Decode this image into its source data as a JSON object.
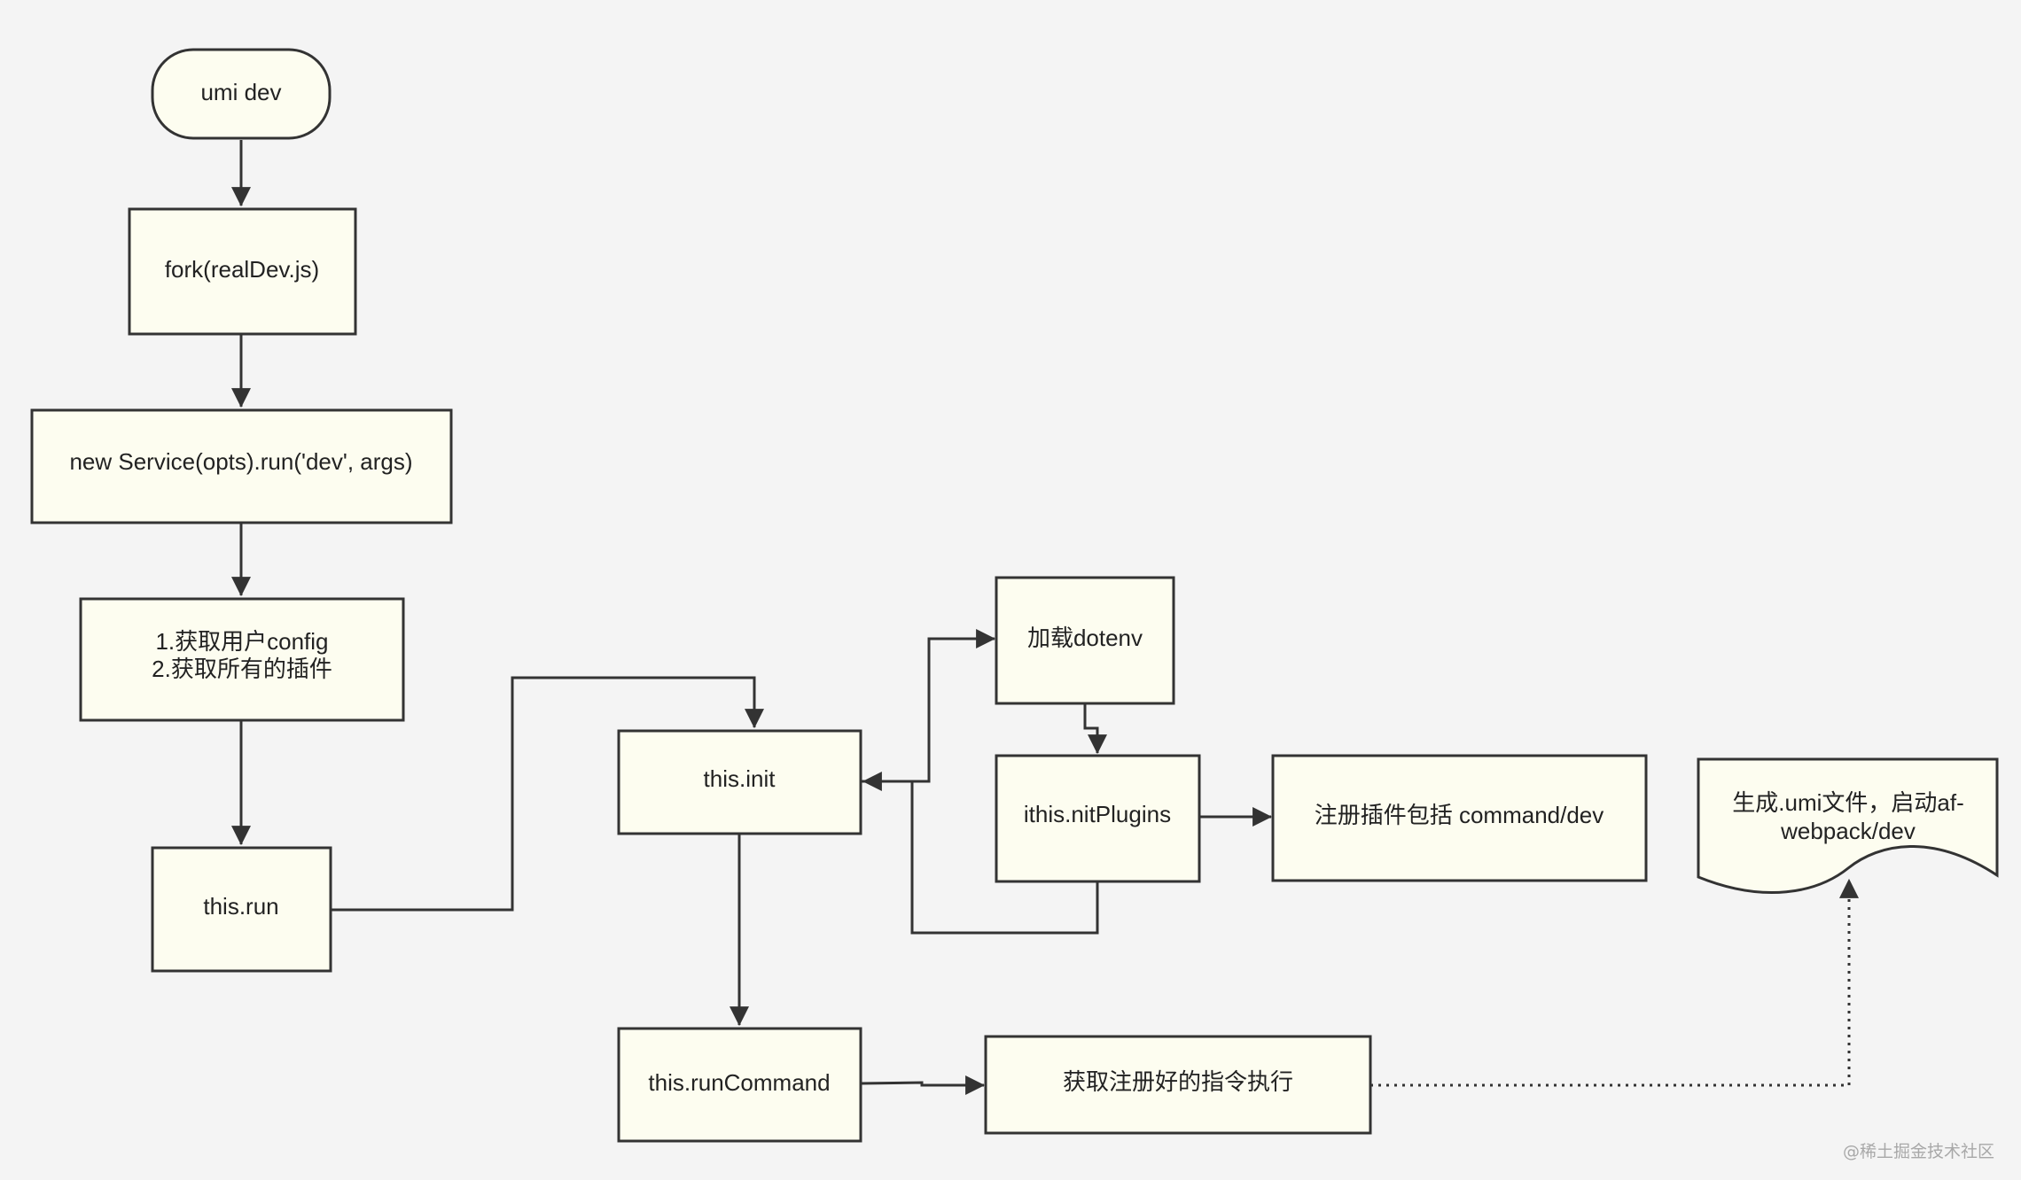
{
  "diagram": {
    "nodes": {
      "umi_dev": "umi dev",
      "fork": "fork(realDev.js)",
      "new_service": "new Service(opts).run('dev', args)",
      "get_config_1": "1.获取用户config",
      "get_config_2": "2.获取所有的插件",
      "this_run": "this.run",
      "this_init": "this.init",
      "load_dotenv": "加载dotenv",
      "init_plugins": "ithis.nitPlugins",
      "register_plugins": "注册插件包括 command/dev",
      "generate_1": "生成.umi文件，启动af-",
      "generate_2": "webpack/dev",
      "run_command": "this.runCommand",
      "get_registered": "获取注册好的指令执行"
    },
    "colors": {
      "node_fill": "#fdfdf0",
      "stroke": "#333333",
      "background": "#f4f4f4"
    }
  },
  "watermark": "@稀土掘金技术社区"
}
